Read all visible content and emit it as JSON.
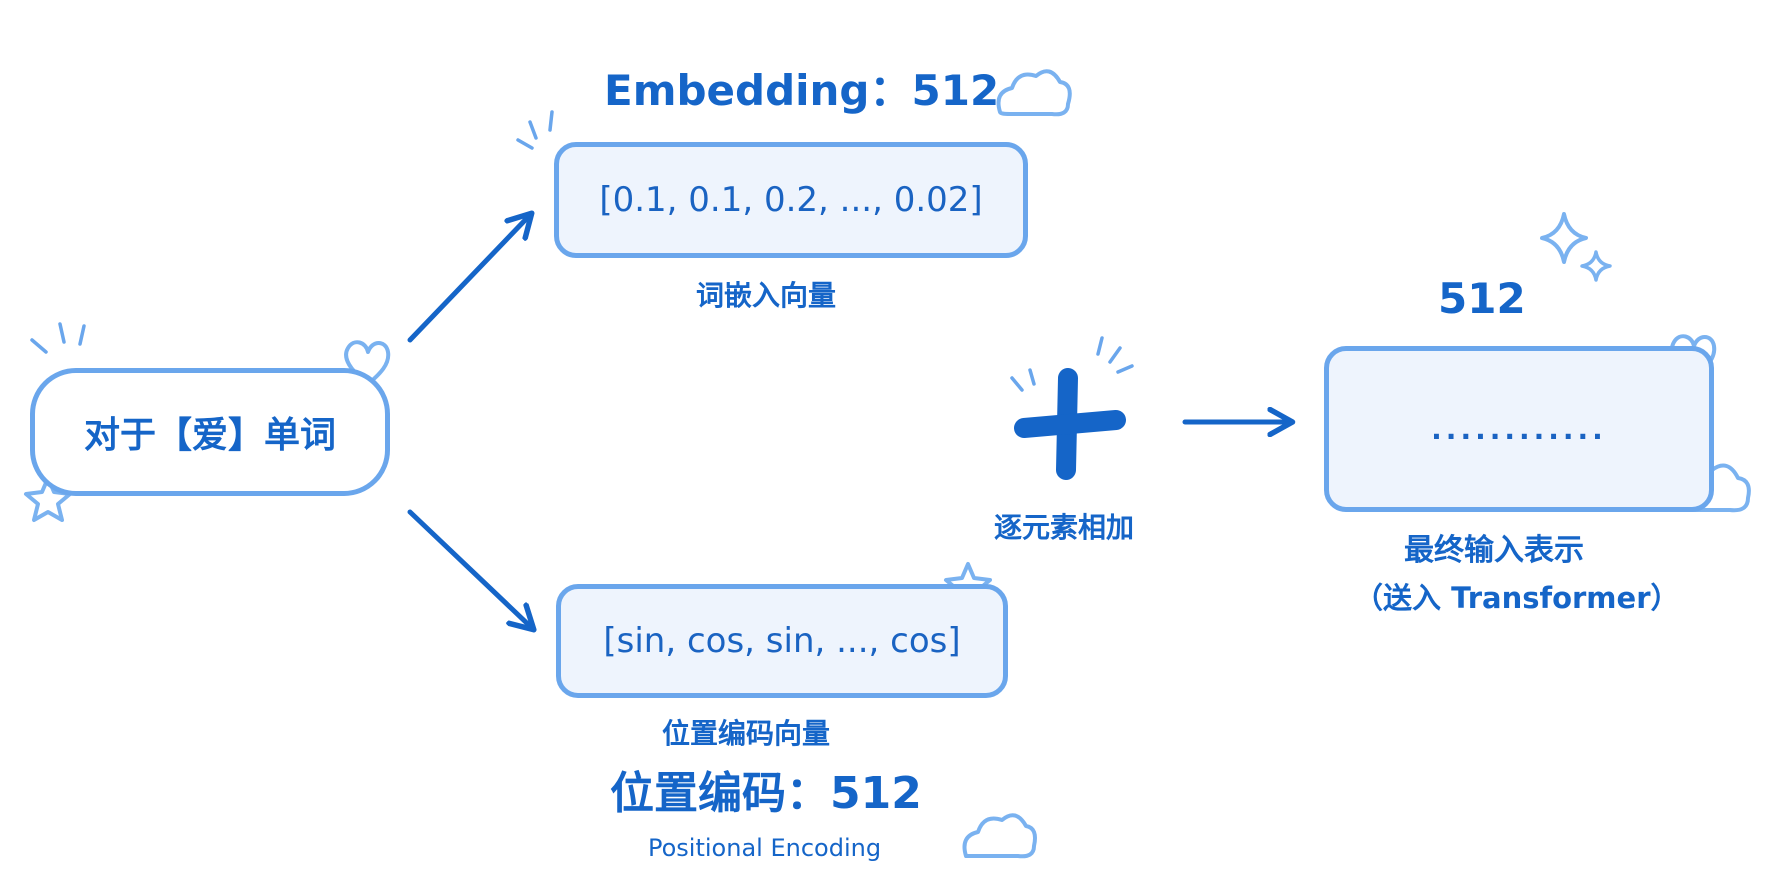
{
  "colors": {
    "primary": "#1565c8",
    "box_fill": "#eef4fd",
    "box_border": "#6aa6ec",
    "decor": "#7ab2f0"
  },
  "input": {
    "label": "对于【爱】单词"
  },
  "embedding": {
    "title": "Embedding：512",
    "vector": "[0.1, 0.1, 0.2, ..., 0.02]",
    "caption": "词嵌入向量"
  },
  "positional": {
    "vector": "[sin, cos, sin, ..., cos]",
    "caption": "位置编码向量",
    "title": "位置编码：512",
    "subtitle": "Positional Encoding"
  },
  "operation": {
    "caption": "逐元素相加"
  },
  "output": {
    "dim": "512",
    "content": "............",
    "caption_line1": "最终输入表示",
    "caption_line2": "（送入 Transformer）"
  },
  "icons": [
    "plus-icon",
    "cloud-icon",
    "heart-icon",
    "star-icon",
    "sparkle-icon",
    "burst-lines-icon",
    "arrow-icon"
  ]
}
